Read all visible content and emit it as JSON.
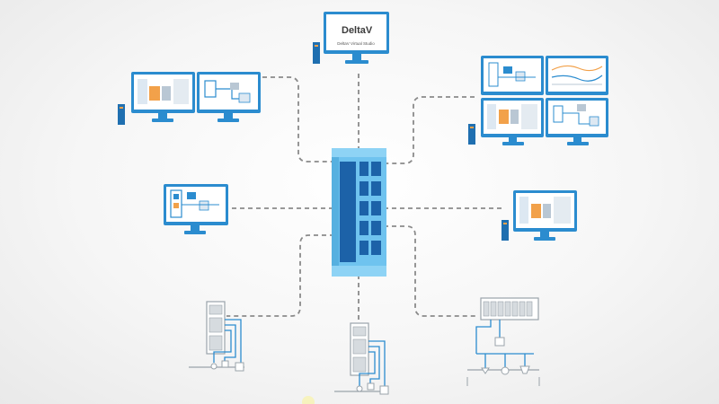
{
  "diagram": {
    "logo_text": "DeltaV",
    "logo_subtitle": "DeltaV Virtual Studio",
    "nodes": [
      {
        "id": "workstation-top",
        "icon": "monitor-icon"
      },
      {
        "id": "workstation-dual-left",
        "icon": "dual-monitor-icon"
      },
      {
        "id": "workstation-quad-right",
        "icon": "quad-monitor-icon"
      },
      {
        "id": "workstation-mid-left",
        "icon": "monitor-icon"
      },
      {
        "id": "workstation-mid-right",
        "icon": "monitor-icon"
      },
      {
        "id": "server-center",
        "icon": "server-rack-icon"
      },
      {
        "id": "controller-left",
        "icon": "controller-io-icon"
      },
      {
        "id": "controller-center",
        "icon": "controller-io-icon"
      },
      {
        "id": "io-bus-right",
        "icon": "io-bus-icon"
      }
    ],
    "edges": [
      {
        "from": "server-center",
        "to": "workstation-top"
      },
      {
        "from": "server-center",
        "to": "workstation-dual-left"
      },
      {
        "from": "server-center",
        "to": "workstation-quad-right"
      },
      {
        "from": "server-center",
        "to": "workstation-mid-left"
      },
      {
        "from": "server-center",
        "to": "workstation-mid-right"
      },
      {
        "from": "server-center",
        "to": "controller-left"
      },
      {
        "from": "server-center",
        "to": "controller-center"
      },
      {
        "from": "server-center",
        "to": "io-bus-right"
      }
    ],
    "colors": {
      "primary": "#2b8ccf",
      "screen": "#ffffff",
      "rack_dark": "#1c62a8",
      "rack_light": "#6fc3ef",
      "link": "#8a8a8a",
      "device_gray": "#9aa3aa",
      "accent_orange": "#f2a14a"
    }
  }
}
